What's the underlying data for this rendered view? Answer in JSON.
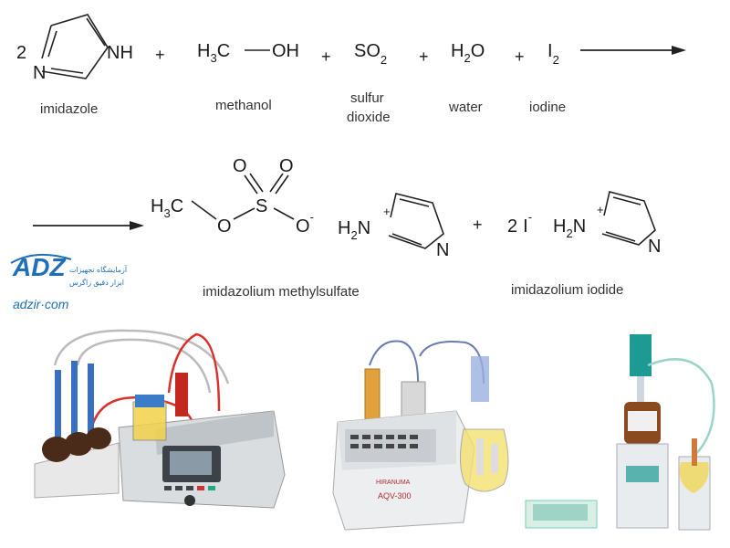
{
  "reactants": {
    "imidazole": {
      "coef": "2",
      "n_top": "NH",
      "n_bottom": "N",
      "label": "imidazole"
    },
    "methanol": {
      "left": "H",
      "left_sub": "3",
      "left_tail": "C",
      "right": "OH",
      "label": "methanol"
    },
    "sulfur_dioxide": {
      "main": "SO",
      "sub": "2",
      "label_line1": "sulfur",
      "label_line2": "dioxide"
    },
    "water": {
      "main_h": "H",
      "sub": "2",
      "main_o": "O",
      "label": "water"
    },
    "iodine": {
      "main": "I",
      "sub": "2",
      "label": "iodine"
    },
    "plus": "+"
  },
  "products": {
    "methylsulfate": {
      "h3c": "H",
      "h3c_sub": "3",
      "h3c_tail": "C",
      "o_bridge": "O",
      "s": "S",
      "o_top_left": "O",
      "o_top_right": "O",
      "o_minus": "O",
      "minus": "-",
      "h2n": "H",
      "h2n_sub": "2",
      "h2n_tail": "N",
      "plus_charge": "+",
      "n_ring": "N",
      "label": "imidazolium methylsulfate"
    },
    "iodide": {
      "coef": "2",
      "i": "I",
      "minus": "-",
      "h2n": "H",
      "h2n_sub": "2",
      "h2n_tail": "N",
      "plus_charge": "+",
      "n_ring": "N",
      "label": "imidazolium iodide"
    },
    "plus": "+"
  },
  "logo": {
    "brand": "ADZ",
    "persian_line1": "آزمایشگاه تجهیزات",
    "persian_line2": "ابزار دقیق زاگرس",
    "site": "adzir·com",
    "color": "#1e6fb8",
    "accent": "#d63a2f"
  },
  "instruments": [
    {
      "name": "titrator-1"
    },
    {
      "name": "titrator-2",
      "brand_text": "HIRANUMA",
      "model_text": "AQV-300"
    },
    {
      "name": "titrator-3"
    }
  ]
}
